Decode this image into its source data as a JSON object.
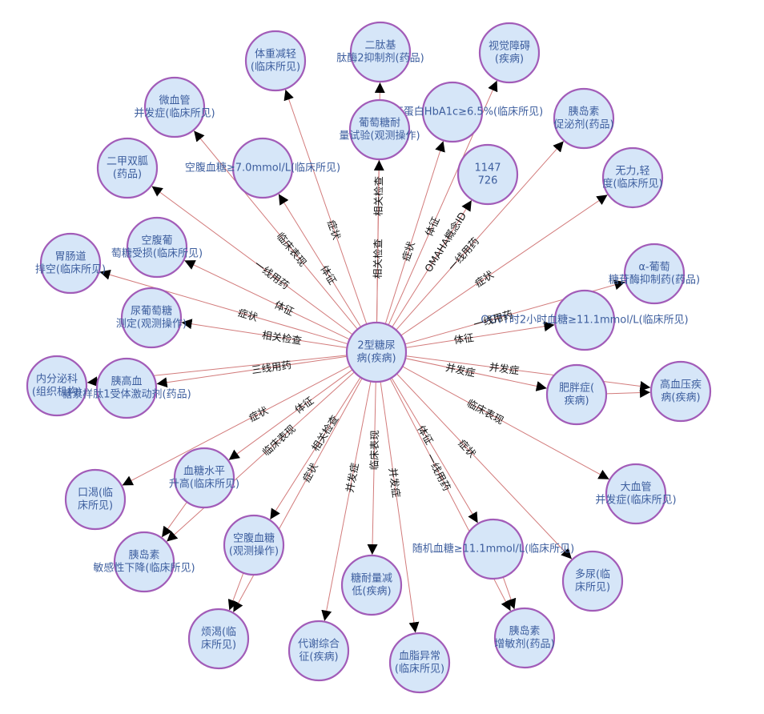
{
  "graph": {
    "center": {
      "id": "c",
      "lines": [
        "2型糖尿",
        "病(疾病)"
      ]
    },
    "nodes": [
      {
        "id": "n1",
        "lines": [
          "体重减轻",
          "(临床所见)"
        ],
        "relation": "症状"
      },
      {
        "id": "n2",
        "lines": [
          "二肽基",
          "肽酶2抑制剂(药品)"
        ],
        "relation": "相关检查"
      },
      {
        "id": "n3",
        "lines": [
          "视觉障碍",
          "(疾病)"
        ],
        "relation": "体征"
      },
      {
        "id": "n4",
        "lines": [
          "微血管",
          "并发症(临床所见)"
        ],
        "relation": "临床表现"
      },
      {
        "id": "n5",
        "lines": [
          "糖化血红蛋白HbA1c≥6.5%(临床所见)"
        ],
        "relation": "症状"
      },
      {
        "id": "n6",
        "lines": [
          "胰岛素",
          "促泌剂(药品)"
        ],
        "relation": "一线用药"
      },
      {
        "id": "n7",
        "lines": [
          "葡萄糖耐",
          "量试验(观测操作)"
        ],
        "relation": "相关检查"
      },
      {
        "id": "n8",
        "lines": [
          "二甲双胍",
          "(药品)"
        ],
        "relation": "一线用药"
      },
      {
        "id": "n9",
        "lines": [
          "空腹血糖≥7.0mmol/L(临床所见)"
        ],
        "relation": "体征"
      },
      {
        "id": "n10",
        "lines": [
          "1147",
          "726"
        ],
        "relation": "OMAHA概念ID"
      },
      {
        "id": "n11",
        "lines": [
          "无力,轻",
          "度(临床所见)"
        ],
        "relation": "症状"
      },
      {
        "id": "n12",
        "lines": [
          "空腹葡",
          "萄糖受损(临床所见)"
        ],
        "relation": "体征"
      },
      {
        "id": "n13",
        "lines": [
          "胃肠道",
          "排空(临床所见)"
        ],
        "relation": "症状"
      },
      {
        "id": "n14",
        "lines": [
          "α-葡萄",
          "糖苷酶抑制药(药品)"
        ],
        "relation": "一线用药"
      },
      {
        "id": "n15",
        "lines": [
          "尿葡萄糖",
          "测定(观测操作)"
        ],
        "relation": "相关检查"
      },
      {
        "id": "n16",
        "lines": [
          "OGTT时2小时血糖≥11.1mmol/L(临床所见)"
        ],
        "relation": "体征"
      },
      {
        "id": "n17",
        "lines": [
          "内分泌科",
          "(组织机构)"
        ],
        "relation": ""
      },
      {
        "id": "n18",
        "lines": [
          "胰高血",
          "糖素样肽1受体激动剂(药品)"
        ],
        "relation": "三线用药"
      },
      {
        "id": "n19",
        "lines": [
          "肥胖症(",
          "疾病)"
        ],
        "relation": "并发症"
      },
      {
        "id": "n20",
        "lines": [
          "高血压疾",
          "病(疾病)"
        ],
        "relation": "并发症"
      },
      {
        "id": "n21",
        "lines": [
          "口渴(临",
          "床所见)"
        ],
        "relation": "症状"
      },
      {
        "id": "n22",
        "lines": [
          "血糖水平",
          "升高(临床所见)"
        ],
        "relation": "体征"
      },
      {
        "id": "n23",
        "lines": [
          "大血管",
          "并发症(临床所见)"
        ],
        "relation": "临床表现"
      },
      {
        "id": "n24",
        "lines": [
          "胰岛素",
          "敏感性下降(临床所见)"
        ],
        "relation": "临床表现"
      },
      {
        "id": "n25",
        "lines": [
          "空腹血糖",
          "(观测操作)"
        ],
        "relation": "相关检查"
      },
      {
        "id": "n26",
        "lines": [
          "随机血糖≥11.1mmol/L(临床所见)"
        ],
        "relation": "体征"
      },
      {
        "id": "n27",
        "lines": [
          "多尿(临",
          "床所见)"
        ],
        "relation": "症状"
      },
      {
        "id": "n28",
        "lines": [
          "糖耐量减",
          "低(疾病)"
        ],
        "relation": "临床表现"
      },
      {
        "id": "n29",
        "lines": [
          "烦渴(临",
          "床所见)"
        ],
        "relation": "症状"
      },
      {
        "id": "n30",
        "lines": [
          "代谢综合",
          "征(疾病)"
        ],
        "relation": "并发症"
      },
      {
        "id": "n31",
        "lines": [
          "血脂异常",
          "(临床所见)"
        ],
        "relation": "并发症"
      },
      {
        "id": "n32",
        "lines": [
          "胰岛素",
          "增敏剂(药品)"
        ],
        "relation": "一线用药"
      }
    ]
  }
}
